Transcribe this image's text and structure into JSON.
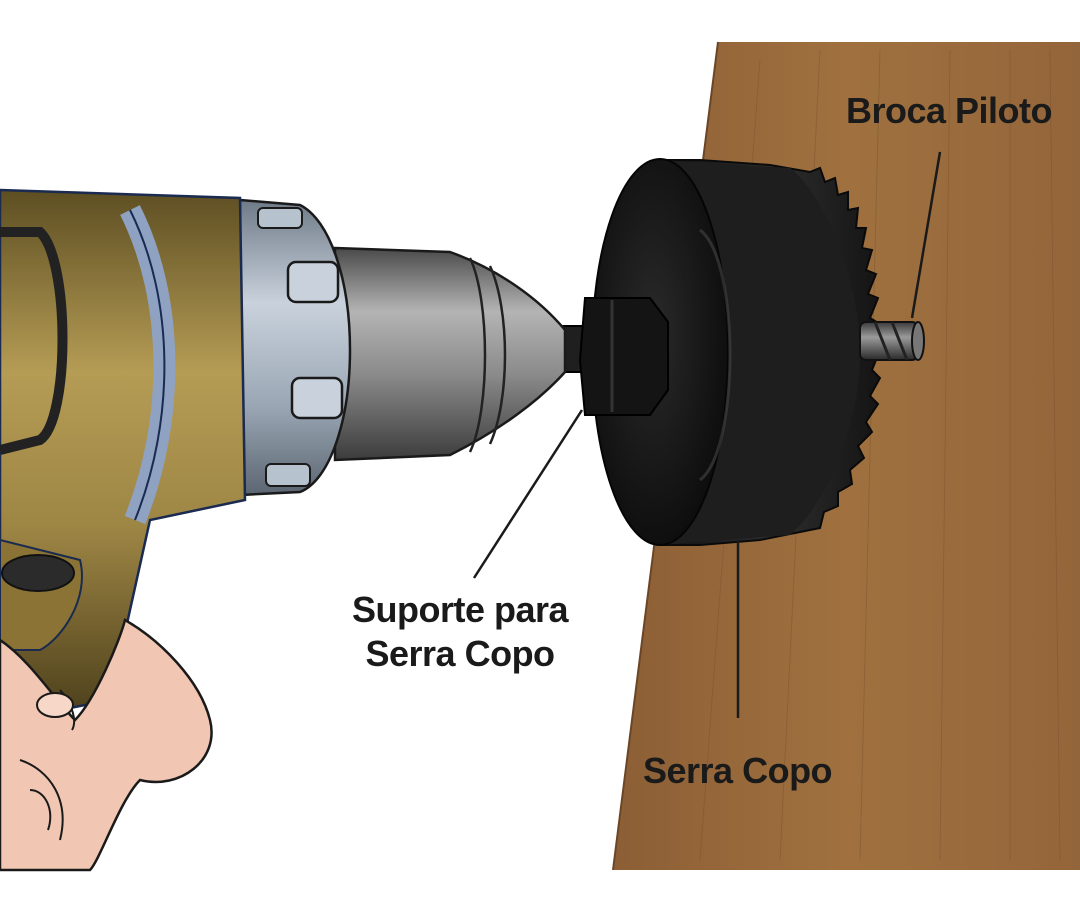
{
  "labels": {
    "broca_piloto": "Broca Piloto",
    "suporte_line1": "Suporte para",
    "suporte_line2": "Serra Copo",
    "serra_copo": "Serra Copo"
  },
  "colors": {
    "background": "#ffffff",
    "wood": "#9a6a3d",
    "wood_dark": "#7d532c",
    "drill_body": "#a08a4a",
    "drill_band": "#a8b4c4",
    "chuck": "#8a8a8a",
    "hole_saw": "#1c1c1c",
    "skin": "#f0c4b0",
    "outline": "#1a1a1a"
  },
  "icons": [
    "drill-illustration",
    "hole-saw-illustration",
    "wood-board-illustration",
    "hand-illustration"
  ]
}
